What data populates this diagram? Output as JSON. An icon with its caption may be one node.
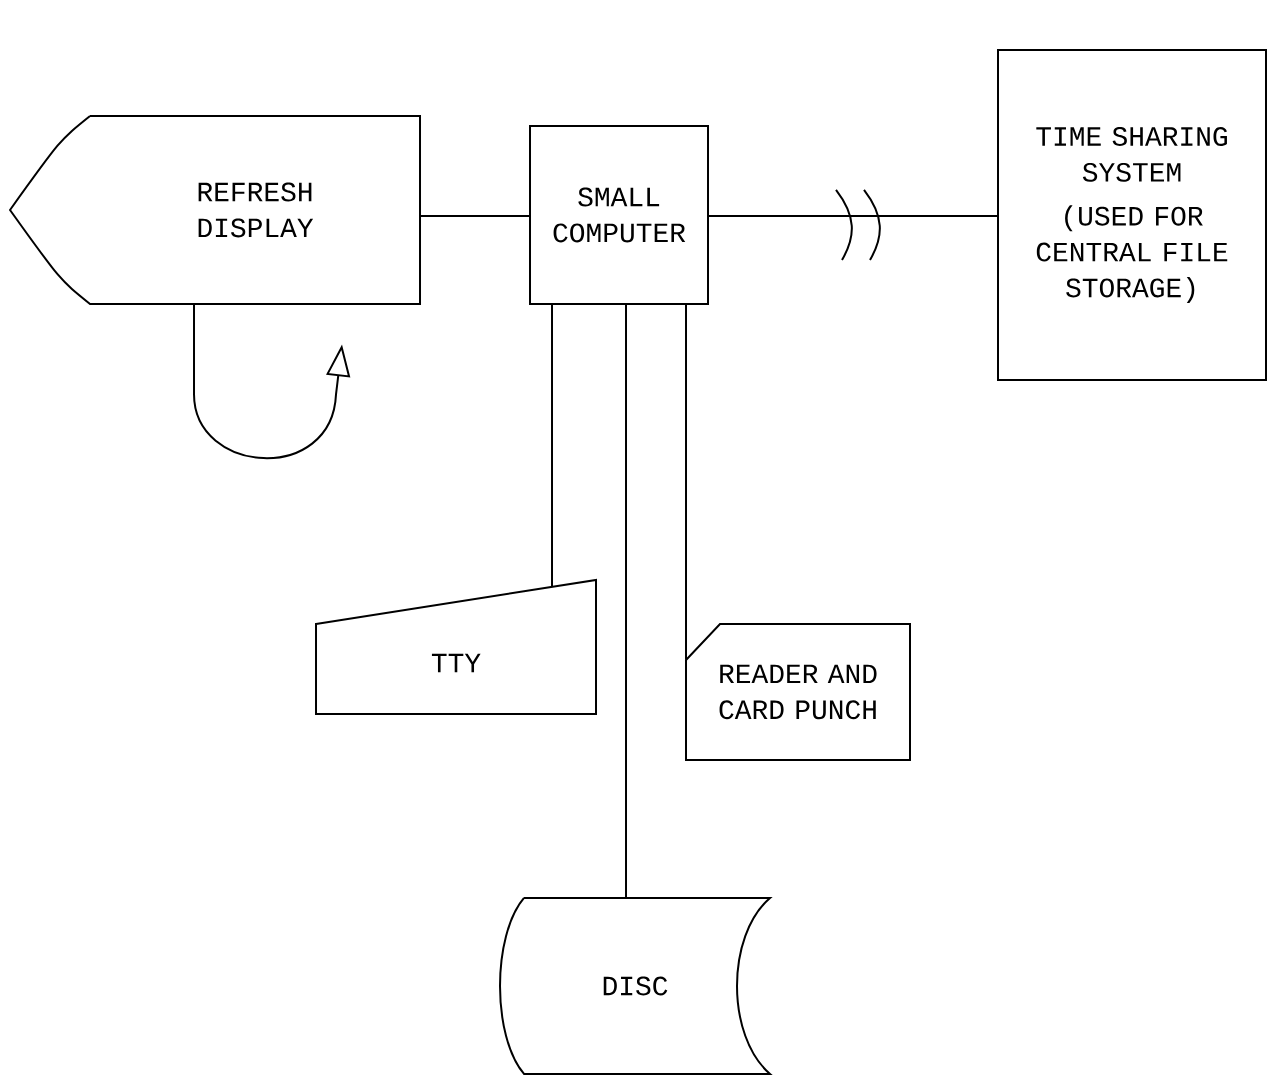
{
  "diagram": {
    "nodes": [
      {
        "text": [
          "REFRESH DISPLAY"
        ]
      },
      {
        "text": [
          "SMALL COMPUTER"
        ]
      },
      {
        "text": [
          "TIME SHARING SYSTEM",
          "(USED FOR CENTRAL FILE STORAGE)"
        ]
      },
      {
        "text": [
          "TTY"
        ]
      },
      {
        "text": [
          "READER AND CARD PUNCH"
        ]
      },
      {
        "text": [
          "DISC"
        ]
      }
    ],
    "edges": [
      {
        "from": 0,
        "to": 1,
        "arrow": "none"
      },
      {
        "from": 1,
        "to": 2,
        "arrow": "none"
      },
      {
        "from": 1,
        "to": 3,
        "arrow": "none"
      },
      {
        "from": 1,
        "to": 5,
        "arrow": "none"
      },
      {
        "from": 1,
        "to": 4,
        "arrow": "none"
      },
      {
        "from": 0,
        "to": null,
        "arrow": "to"
      }
    ]
  }
}
